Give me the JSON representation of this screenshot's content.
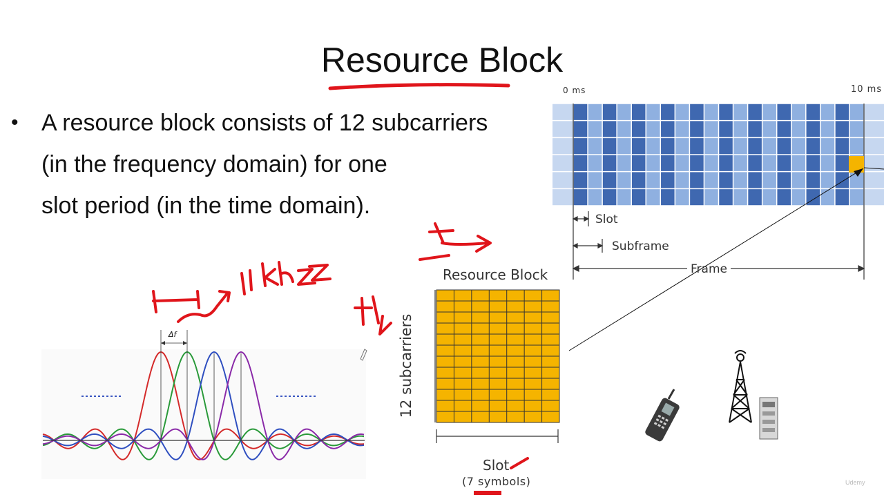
{
  "title": "Resource Block",
  "bullet": {
    "lines": [
      "A resource block consists of 12 subcarriers",
      "(in the frequency domain) for one",
      "slot period (in the time domain)."
    ]
  },
  "frame_diagram": {
    "start_label": "0 ms",
    "end_label": "10 ms",
    "slot_label": "Slot",
    "subframe_label": "Subframe",
    "frame_label": "Frame"
  },
  "resource_block": {
    "title": "Resource Block",
    "side_label": "12 subcarriers",
    "slot_label": "Slot",
    "symbols_label": "(7 symbols)",
    "rows": 12,
    "cols": 7,
    "fill_color": "#f5b400"
  },
  "subcarrier_plot": {
    "delta_label": "Δf"
  },
  "colors": {
    "annotation": "#e0151b",
    "grid_dark": "#3f68b0",
    "grid_light": "#8fb0e0"
  },
  "watermark": "Udemy"
}
